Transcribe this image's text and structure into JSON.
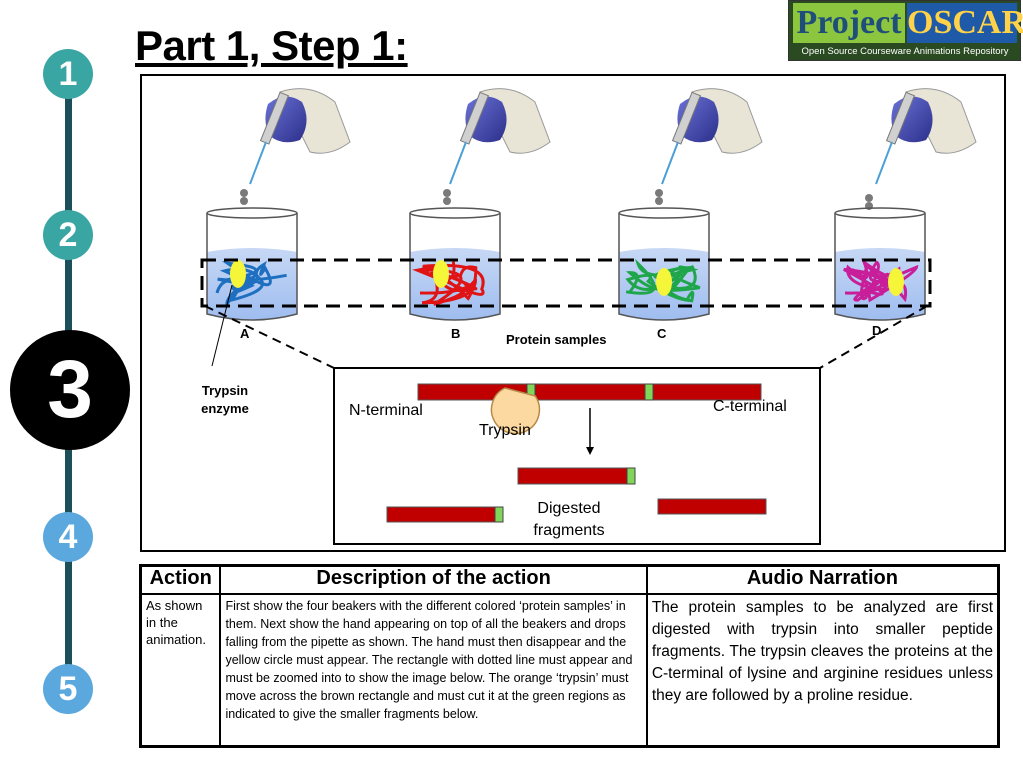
{
  "page": {
    "title": "Part 1, Step 1:"
  },
  "logo": {
    "word1": "Project",
    "word2": "OSCAR",
    "tagline": "Open Source Courseware Animations Repository"
  },
  "steps": [
    "1",
    "2",
    "3",
    "4",
    "5"
  ],
  "colors": {
    "step_teal": "#3aa6a3",
    "step_blue": "#5aa8de",
    "step_active": "#000000",
    "fragment": "#c00000",
    "cleavage": "#7fd65a",
    "trypsin": "#fbd9a0",
    "enzyme_yellow": "#f5f53a"
  },
  "diagram": {
    "beakers": [
      {
        "label": "A",
        "protein_color": "#1e6fc0"
      },
      {
        "label": "B",
        "protein_color": "#e01414"
      },
      {
        "label": "C",
        "protein_color": "#1fa64a"
      },
      {
        "label": "D",
        "protein_color": "#c81e9a"
      }
    ],
    "protein_samples_label": "Protein samples",
    "enzyme_label": "Trypsin enzyme",
    "n_terminal": "N-terminal",
    "c_terminal": "C-terminal",
    "trypsin_label": "Trypsin",
    "digested_label": "Digested fragments"
  },
  "table": {
    "headers": {
      "action": "Action",
      "description": "Description of the action",
      "audio": "Audio Narration"
    },
    "action": "As shown in the animation.",
    "description": "First show the four beakers with the different colored ‘protein samples’ in them. Next show the hand appearing on top of all the beakers and drops falling from the pipette as shown. The hand must then disappear and the yellow circle must appear. The  rectangle with dotted line must appear and must be zoomed into to show the image below. The orange ‘trypsin’ must move across the brown rectangle and must cut it at the green regions as indicated to give the smaller fragments below.",
    "audio": "The protein samples to be analyzed are first digested with trypsin into smaller peptide fragments. The trypsin cleaves the proteins at the C-terminal of lysine and arginine residues unless they are followed by a proline residue."
  }
}
